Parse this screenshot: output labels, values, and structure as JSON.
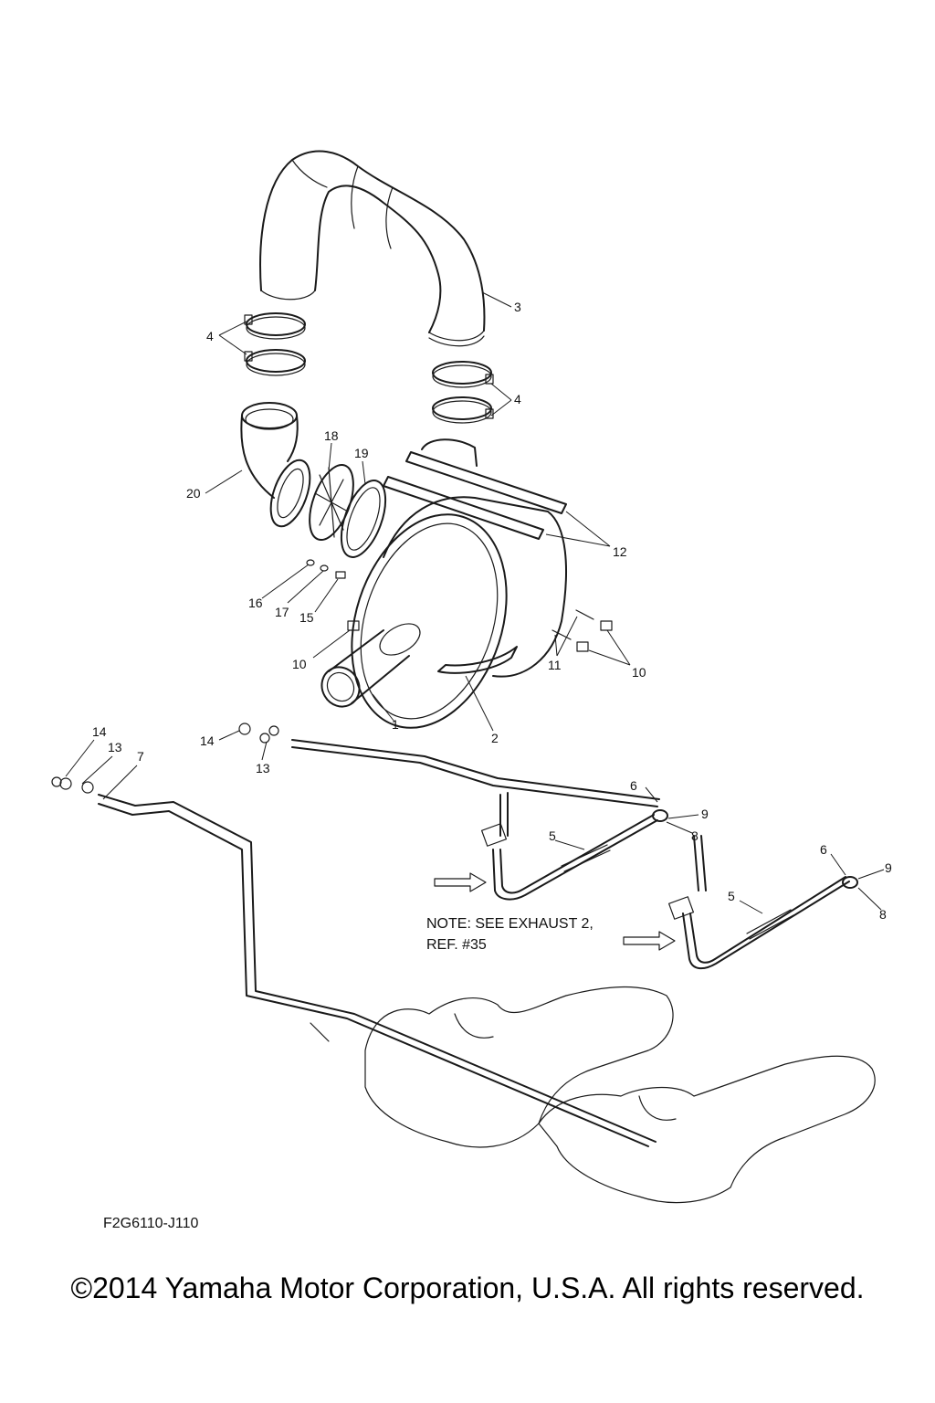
{
  "diagram": {
    "callouts": {
      "c1": "1",
      "c2": "2",
      "c3": "3",
      "c4a": "4",
      "c4b": "4",
      "c5a": "5",
      "c5b": "5",
      "c6a": "6",
      "c6b": "6",
      "c7": "7",
      "c8a": "8",
      "c8b": "8",
      "c9a": "9",
      "c9b": "9",
      "c10a": "10",
      "c10b": "10",
      "c11": "11",
      "c12": "12",
      "c13a": "13",
      "c13b": "13",
      "c14a": "14",
      "c14b": "14",
      "c15": "15",
      "c16": "16",
      "c17": "17",
      "c18": "18",
      "c19": "19",
      "c20": "20"
    },
    "note_line1": "NOTE: SEE EXHAUST 2,",
    "note_line2": "REF. #35",
    "drawing_code": "F2G6110-J110"
  },
  "footer": {
    "copyright": "©2014 Yamaha Motor Corporation, U.S.A. All rights reserved."
  }
}
